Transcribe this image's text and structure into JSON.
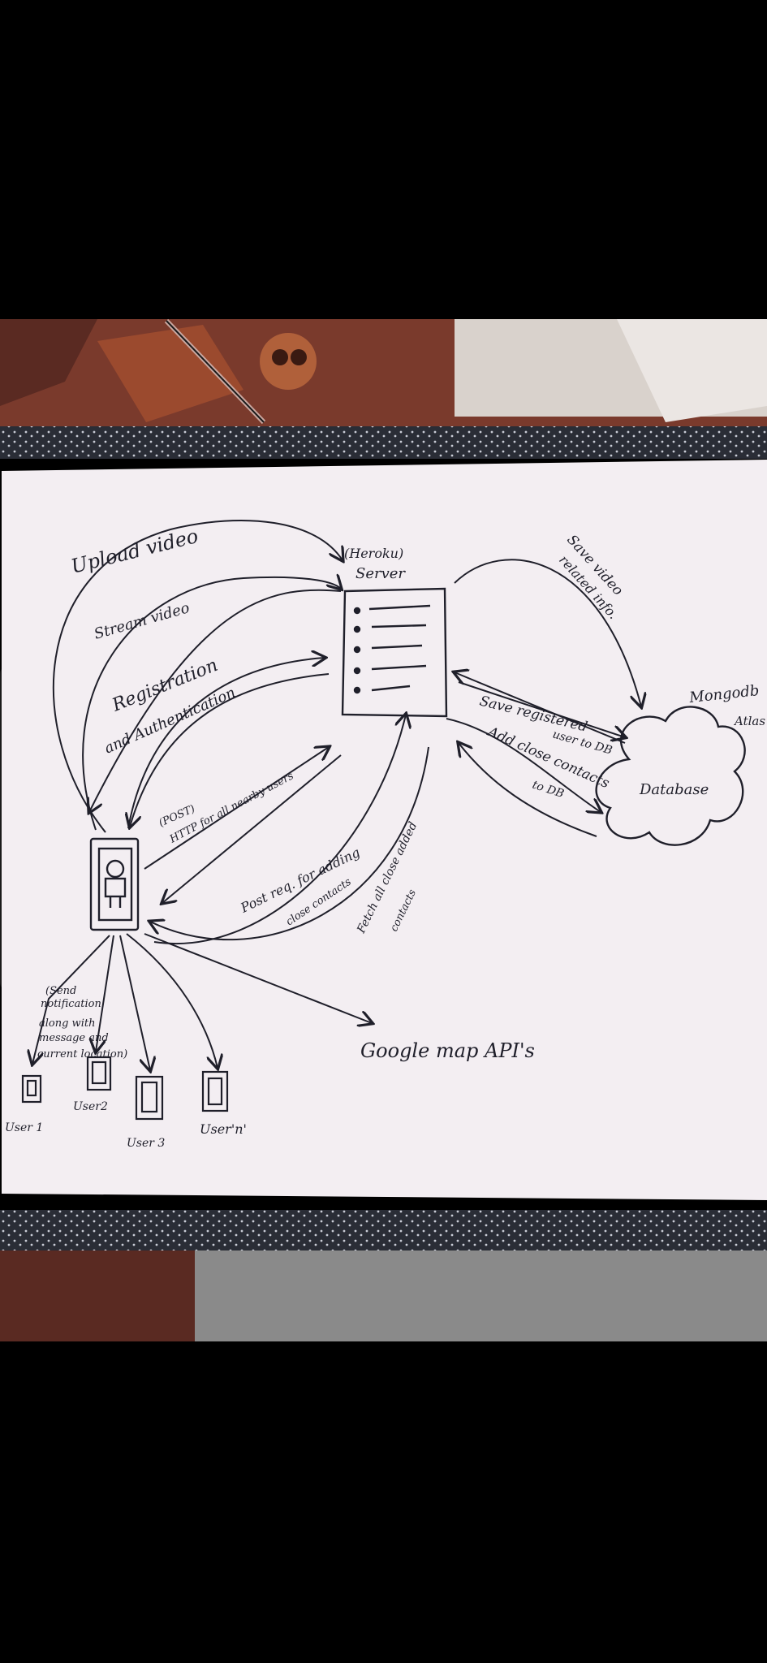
{
  "colors": {
    "background": "#000000",
    "paper": "#f3eef2",
    "ink": "#1f1f2a",
    "clipboard": "#2a2d36",
    "fabric": "#7a3a2c",
    "cloth_gray": "#8a8a8a"
  },
  "diagram": {
    "labels": {
      "upload_video": "Upload video",
      "stream_video": "Stream video",
      "registration": "Registration",
      "authentication": "and Authentication",
      "server_host": "(Heroku)",
      "server": "Server",
      "save_video": "Save video",
      "related_info": "related info.",
      "mongodb": "Mongodb",
      "atlas": "Atlas",
      "save_registered": "Save registered",
      "user_to_db": "user to DB",
      "add_close": "Add close contacts",
      "to_db": "to DB",
      "database": "Database",
      "post_http_1": "(POST)",
      "post_http_2": "HTTP for all nearby users",
      "post_req": "Post req. for adding",
      "close_contacts": "close contacts",
      "fetch_all": "Fetch all close added",
      "contacts": "contacts",
      "send_notification_1": "(Send",
      "send_notification_2": "notification",
      "send_notification_3": "along with",
      "send_notification_4": "message and",
      "send_notification_5": "current location)",
      "google_maps": "Google map API's",
      "user_1": "User 1",
      "user_2": "User2",
      "user_3": "User 3",
      "user_n": "User'n'"
    }
  }
}
